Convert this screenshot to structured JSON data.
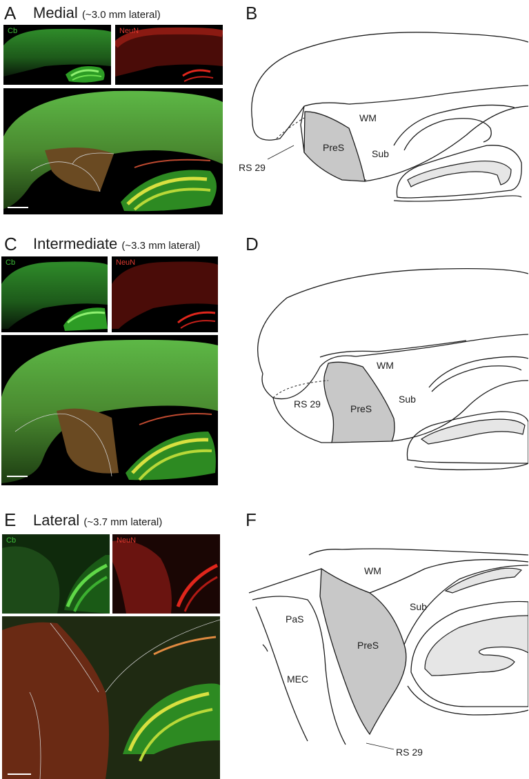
{
  "figure": {
    "panels": [
      {
        "id": "A",
        "letter": "A",
        "title": "Medial",
        "subtitle": "(~3.0 mm lateral)",
        "channel_left": "Cb",
        "channel_right": "NeuN"
      },
      {
        "id": "B",
        "letter": "B",
        "labels": {
          "wm": "WM",
          "pres": "PreS",
          "sub": "Sub",
          "rs29": "RS 29"
        }
      },
      {
        "id": "C",
        "letter": "C",
        "title": "Intermediate",
        "subtitle": "(~3.3 mm lateral)",
        "channel_left": "Cb",
        "channel_right": "NeuN"
      },
      {
        "id": "D",
        "letter": "D",
        "labels": {
          "wm": "WM",
          "pres": "PreS",
          "sub": "Sub",
          "rs29": "RS 29"
        }
      },
      {
        "id": "E",
        "letter": "E",
        "title": "Lateral",
        "subtitle": "(~3.7 mm lateral)",
        "channel_left": "Cb",
        "channel_right": "NeuN"
      },
      {
        "id": "F",
        "letter": "F",
        "labels": {
          "wm": "WM",
          "pres": "PreS",
          "sub": "Sub",
          "pas": "PaS",
          "mec": "MEC",
          "rs29": "RS 29"
        }
      }
    ]
  },
  "colors": {
    "cb_channel": "#3fc23a",
    "neun_channel": "#c0201a",
    "pres_fill": "#c8c8c8",
    "granule_fill": "#e6e6e6",
    "outline": "#1a1a1a"
  }
}
